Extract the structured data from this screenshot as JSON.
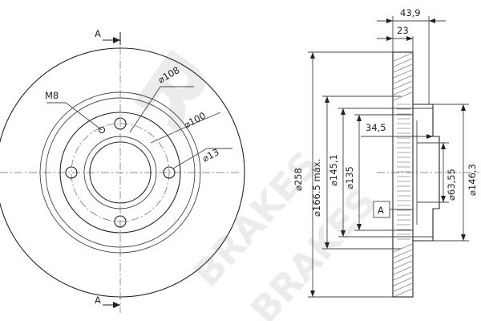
{
  "watermark": {
    "brand": "BRAKES",
    "mark": "R"
  },
  "front_view": {
    "section_marker": "A",
    "labels": {
      "thread": "M8",
      "pcd": "⌀108",
      "hub": "⌀100",
      "hole": "⌀13"
    }
  },
  "side_view": {
    "dims": {
      "total_thickness": "43,9",
      "disc_thickness": "23",
      "hat_depth": "34,5",
      "outer_diameter": "⌀258",
      "max_diameter": "⌀166.5 máx.",
      "d1451": "⌀145,1",
      "d135": "⌀135",
      "center_bore": "⌀63,55",
      "hat_diameter": "⌀146,3"
    },
    "datum": "A"
  }
}
